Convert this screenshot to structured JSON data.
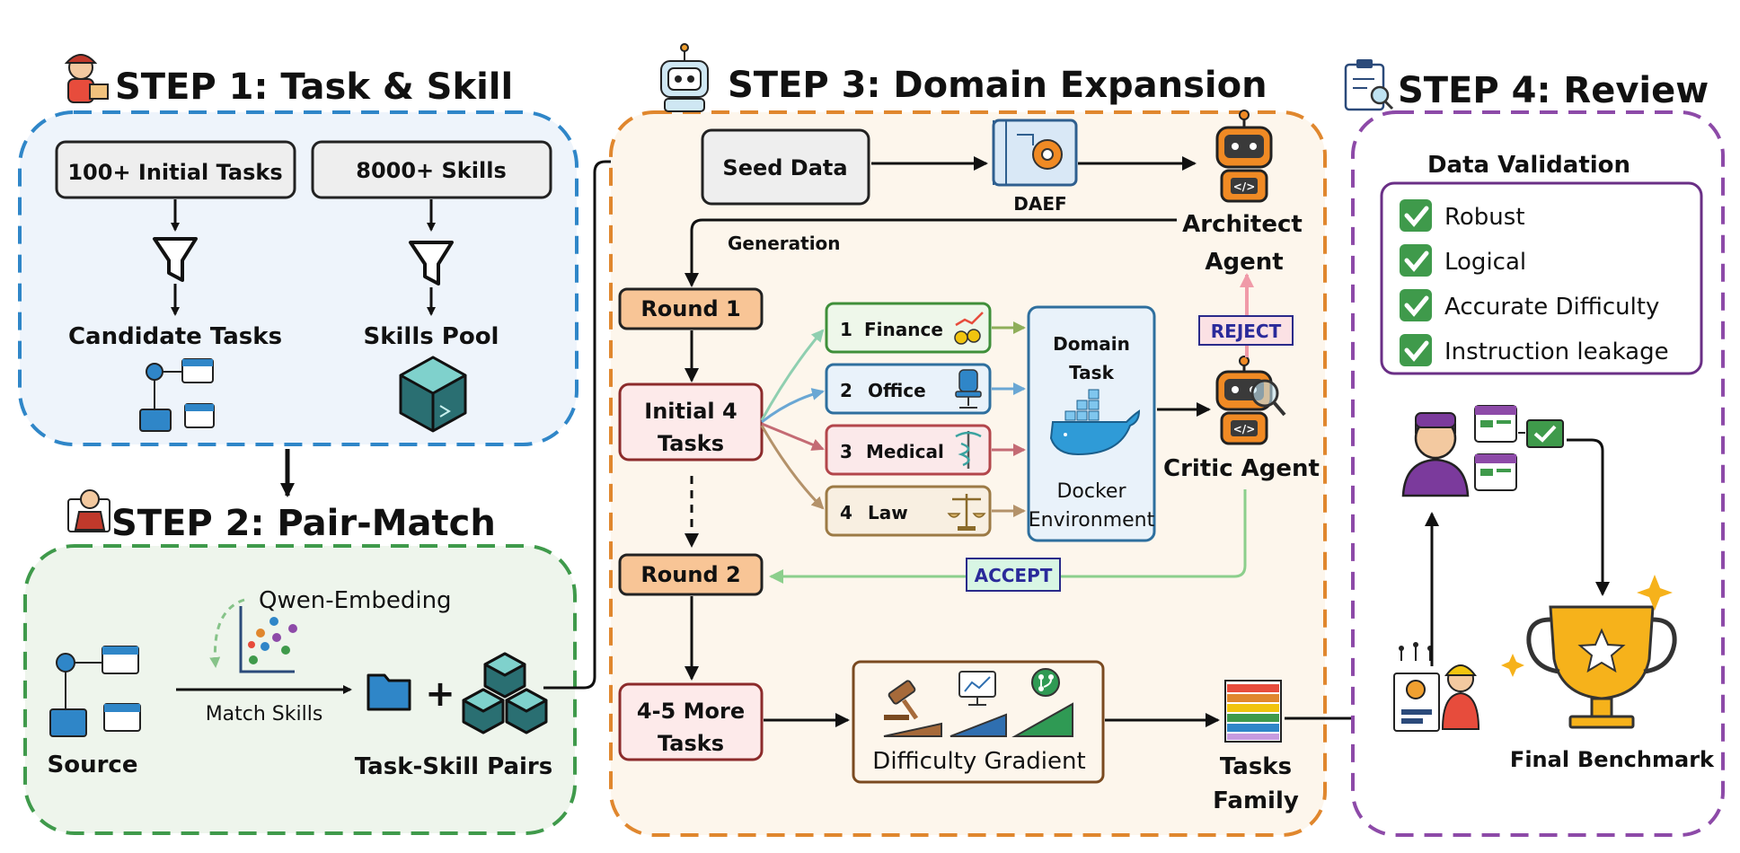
{
  "step1": {
    "title": "STEP 1: Task & Skill",
    "initial_tasks": "100+ Initial Tasks",
    "skills": "8000+ Skills",
    "candidate_tasks": "Candidate Tasks",
    "skills_pool": "Skills Pool"
  },
  "step2": {
    "title": "STEP 2: Pair-Match",
    "embedding": "Qwen-Embeding",
    "match_skills": "Match Skills",
    "source": "Source",
    "pairs": "Task-Skill Pairs",
    "plus": "+"
  },
  "step3": {
    "title": "STEP 3: Domain Expansion",
    "seed_data": "Seed Data",
    "daef": "DAEF",
    "architect_line1": "Architect",
    "architect_line2": "Agent",
    "generation": "Generation",
    "round1": "Round 1",
    "initial4_line1": "Initial 4",
    "initial4_line2": "Tasks",
    "domains": [
      {
        "num": "1",
        "name": "Finance",
        "color": "#3f8f3a",
        "fill": "#eef7ea"
      },
      {
        "num": "2",
        "name": "Office",
        "color": "#2e6f9e",
        "fill": "#e9f2fa"
      },
      {
        "num": "3",
        "name": "Medical",
        "color": "#b3464b",
        "fill": "#fbe9ea"
      },
      {
        "num": "4",
        "name": "Law",
        "color": "#9c7a45",
        "fill": "#f8efe1"
      }
    ],
    "domain_task_line1": "Domain",
    "domain_task_line2": "Task",
    "docker_line1": "Docker",
    "docker_line2": "Environment",
    "reject": "REJECT",
    "critic": "Critic Agent",
    "accept": "ACCEPT",
    "round2": "Round 2",
    "more_line1": "4-5 More",
    "more_line2": "Tasks",
    "difficulty": "Difficulty Gradient",
    "family_line1": "Tasks",
    "family_line2": "Family"
  },
  "step4": {
    "title": "STEP 4: Review",
    "validation_title": "Data Validation",
    "checks": [
      "Robust",
      "Logical",
      "Accurate Difficulty",
      "Instruction leakage"
    ],
    "final": "Final",
    "benchmark": "Benchmark"
  },
  "colors": {
    "step1_border": "#2f86c8",
    "step2_border": "#3f9a4b",
    "step3_border": "#e0872e",
    "step4_border": "#8d4aa8",
    "round_fill": "#f8c596",
    "task_fill": "#fdeaea",
    "task_border": "#8c2b2b",
    "reject_arrow": "#f09aa8",
    "accept_arrow": "#8ccf8c"
  }
}
